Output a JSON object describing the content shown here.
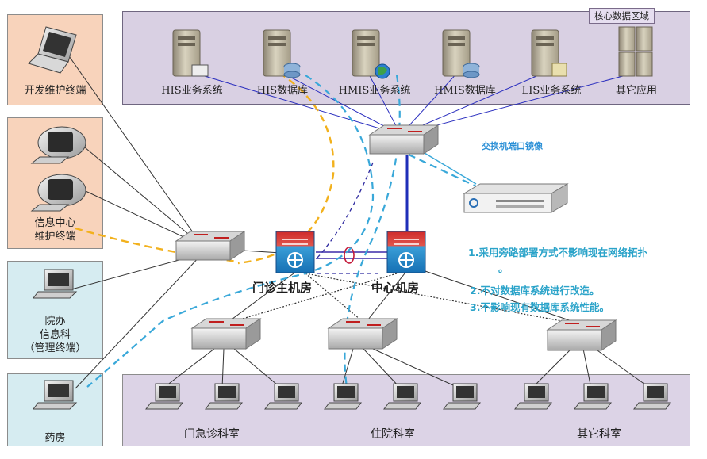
{
  "core_area": {
    "title": "核心数据区域",
    "servers": [
      "HIS业务系统",
      "HIS数据库",
      "HMIS业务系统",
      "HMIS数据库",
      "LIS业务系统",
      "其它应用"
    ]
  },
  "left_zones": {
    "dev": "开发维护终端",
    "info_line1": "信息中心",
    "info_line2": "维护终端",
    "office_line1": "院办",
    "office_line2": "信息科",
    "office_line3": "（管理终端）",
    "pharmacy": "药房"
  },
  "mirror_label": "交换机端口镜像",
  "rooms": {
    "clinic": "门诊主机房",
    "center": "中心机房"
  },
  "notes": [
    "1.采用旁路部署方式不影响现在网络拓扑",
    "。",
    "2.不对数据库系统进行改造。",
    "3.不影响现有数据库系统性能。"
  ],
  "departments": [
    "门急诊科室",
    "住院科室",
    "其它科室"
  ],
  "colors": {
    "core_bg": "#d9d0e3",
    "left_peach": "#f8d3bb",
    "left_blue": "#d6ecf1",
    "bottom_bg": "#dcd3e6",
    "note": "#2aa3c9",
    "dash_orange": "#f2b11d",
    "dash_blue": "#39a8d9",
    "trunk_blue": "#1f2eb8"
  }
}
